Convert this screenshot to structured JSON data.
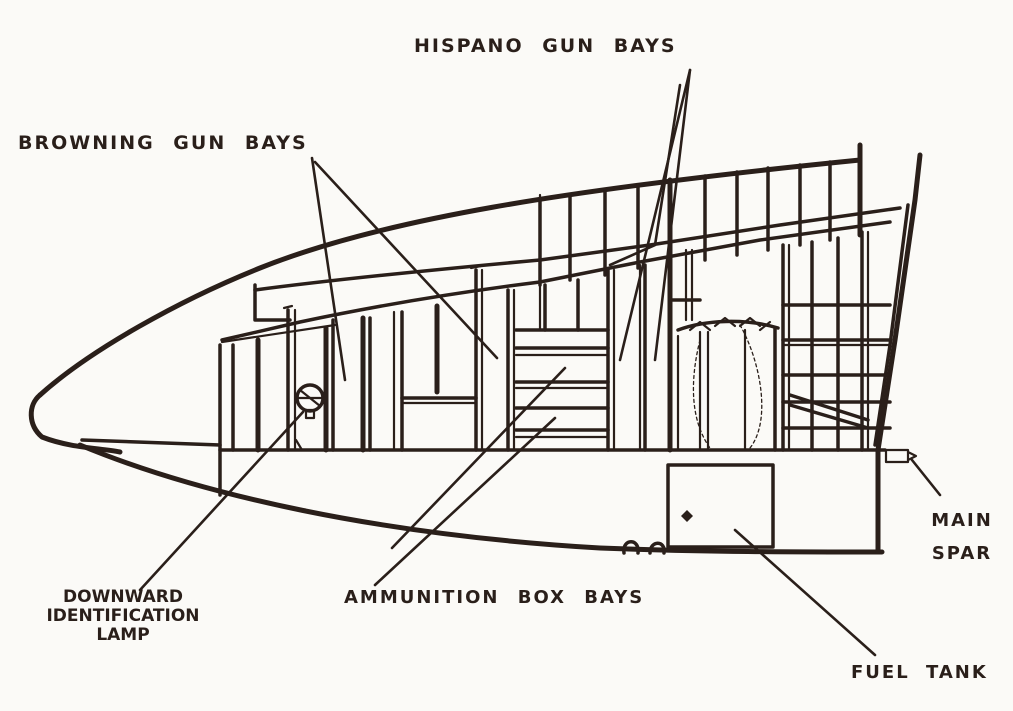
{
  "labels": {
    "hispano": "HISPANO GUN BAYS",
    "browning": "BROWNING GUN BAYS",
    "lamp_line1": "DOWNWARD",
    "lamp_line2": "IDENTIFICATION",
    "lamp_line3": "LAMP",
    "ammo": "AMMUNITION BOX BAYS",
    "spar_line1": "MAIN",
    "spar_line2": "SPAR",
    "fuel": "FUEL TANK"
  },
  "colors": {
    "ink": "#2a1f1a",
    "paper": "#fbfaf7"
  }
}
